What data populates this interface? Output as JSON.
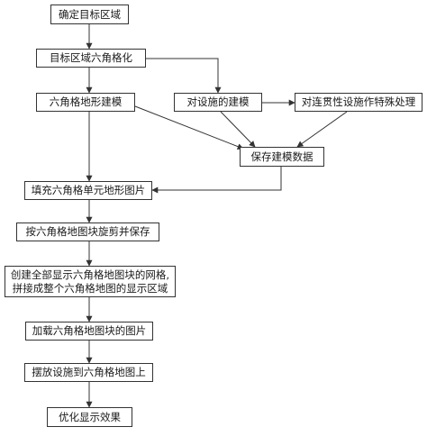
{
  "flowchart": {
    "nodes": [
      {
        "id": "n1",
        "text": [
          "确定目标区域"
        ]
      },
      {
        "id": "n2",
        "text": [
          "目标区域六角格化"
        ]
      },
      {
        "id": "n3",
        "text": [
          "六角格地形建模"
        ]
      },
      {
        "id": "n4",
        "text": [
          "对设施的建模"
        ]
      },
      {
        "id": "n5",
        "text": [
          "对连贯性设施作特殊处理"
        ]
      },
      {
        "id": "n6",
        "text": [
          "保存建模数据"
        ]
      },
      {
        "id": "n7",
        "text": [
          "填充六角格单元地形图片"
        ]
      },
      {
        "id": "n8",
        "text": [
          "按六角格地图块旋剪并保存"
        ]
      },
      {
        "id": "n9",
        "text": [
          "创建全部显示六角格地图块的网格,",
          "拼接成整个六角格地图的显示区域"
        ]
      },
      {
        "id": "n10",
        "text": [
          "加载六角格地图块的图片"
        ]
      },
      {
        "id": "n11",
        "text": [
          "摆放设施到六角格地图上"
        ]
      },
      {
        "id": "n12",
        "text": [
          "优化显示效果"
        ]
      }
    ],
    "edges": [
      {
        "from": "n1",
        "to": "n2"
      },
      {
        "from": "n2",
        "to": "n3"
      },
      {
        "from": "n2",
        "to": "n4"
      },
      {
        "from": "n4",
        "to": "n5"
      },
      {
        "from": "n3",
        "to": "n6"
      },
      {
        "from": "n4",
        "to": "n6"
      },
      {
        "from": "n5",
        "to": "n6"
      },
      {
        "from": "n3",
        "to": "n7"
      },
      {
        "from": "n6",
        "to": "n7"
      },
      {
        "from": "n7",
        "to": "n8"
      },
      {
        "from": "n8",
        "to": "n9"
      },
      {
        "from": "n9",
        "to": "n10"
      },
      {
        "from": "n10",
        "to": "n11"
      },
      {
        "from": "n11",
        "to": "n12"
      }
    ]
  },
  "colors": {
    "line": "#333333",
    "box_border": "#333333",
    "text": "#1a1a1a"
  }
}
